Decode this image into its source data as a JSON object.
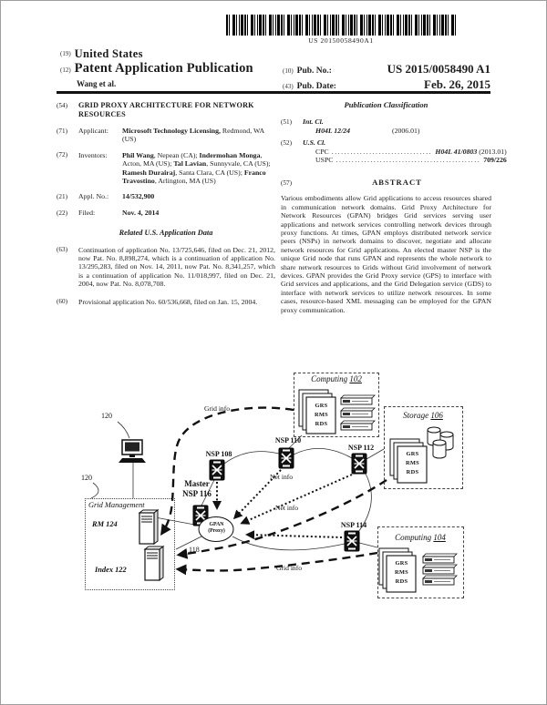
{
  "barcode": {
    "text": "US 20150058490A1"
  },
  "header": {
    "country_num": "(19)",
    "country": "United States",
    "kind_num": "(12)",
    "kind": "Patent Application Publication",
    "authors": "Wang et al.",
    "pub_no_num": "(10)",
    "pub_no_label": "Pub. No.:",
    "pub_no": "US 2015/0058490 A1",
    "pub_date_num": "(43)",
    "pub_date_label": "Pub. Date:",
    "pub_date": "Feb. 26, 2015"
  },
  "left": {
    "title_num": "(54)",
    "title": "GRID PROXY ARCHITECTURE FOR NETWORK RESOURCES",
    "applicant_num": "(71)",
    "applicant_label": "Applicant:",
    "applicant_name": "Microsoft Technology Licensing,",
    "applicant_addr": " Redmond, WA (US)",
    "inventors_num": "(72)",
    "inventors_label": "Inventors:",
    "inventors": [
      {
        "name": "Phil Wang",
        "rest": ", Nepean (CA); "
      },
      {
        "name": "Indermohan Monga",
        "rest": ", Acton, MA (US); "
      },
      {
        "name": "Tal Lavian",
        "rest": ", Sunnyvale, CA (US); "
      },
      {
        "name": "Ramesh Durairaj",
        "rest": ", Santa Clara, CA (US); "
      },
      {
        "name": "Franco Travostino",
        "rest": ", Arlington, MA (US)"
      }
    ],
    "appl_num": "(21)",
    "appl_label": "Appl. No.:",
    "appl_no": "14/532,900",
    "filed_num": "(22)",
    "filed_label": "Filed:",
    "filed_date": "Nov. 4, 2014",
    "related_heading": "Related U.S. Application Data",
    "continuation_num": "(63)",
    "continuation": "Continuation of application No. 13/725,646, filed on Dec. 21, 2012, now Pat. No. 8,898,274, which is a continuation of application No. 13/295,283, filed on Nov. 14, 2011, now Pat. No. 8,341,257, which is a continuation of application No. 11/018,997, filed on Dec. 21, 2004, now Pat. No. 8,078,708.",
    "provisional_num": "(60)",
    "provisional": "Provisional application No. 60/536,668, filed on Jan. 15, 2004."
  },
  "right": {
    "pub_class_heading": "Publication Classification",
    "intcl_num": "(51)",
    "intcl_label": "Int. Cl.",
    "intcl_code": "H04L 12/24",
    "intcl_year": "(2006.01)",
    "uscl_num": "(52)",
    "uscl_label": "U.S. Cl.",
    "cpc_label": "CPC",
    "cpc_dots": "....................................",
    "cpc_value": "H04L 41/0803",
    "cpc_year": " (2013.01)",
    "uspc_label": "USPC",
    "uspc_dots": "..............................................",
    "uspc_value": "709/226",
    "abstract_num": "(57)",
    "abstract_heading": "ABSTRACT",
    "abstract_text": "Various embodiments allow Grid applications to access resources shared in communication network domains. Grid Proxy Architecture for Network Resources (GPAN) bridges Grid services serving user applications and network services controlling network devices through proxy functions. At times, GPAN employs distributed network service peers (NSPs) in network domains to discover, negotiate and allocate network resources for Grid applications. An elected master NSP is the unique Grid node that runs GPAN and represents the whole network to share network resources to Grids without Grid involvement of network devices. GPAN provides the Grid Proxy service (GPS) to interface with Grid services and applications, and the Grid Delegation service (GDS) to interface with network services to utilize network resources. In some cases, resource-based XML messaging can be employed for the GPAN proxy communication."
  },
  "diagram": {
    "computing102": {
      "label": "Computing ",
      "num": "102"
    },
    "storage106": {
      "label": "Storage ",
      "num": "106"
    },
    "computing104": {
      "label": "Computing ",
      "num": "104"
    },
    "services": [
      "GRS",
      "RMS",
      "RDS"
    ],
    "nsp108": "NSP 108",
    "nsp110": "NSP 110",
    "nsp112": "NSP 112",
    "nsp114": "NSP 114",
    "master": {
      "line1": "Master",
      "line2": "NSP 116"
    },
    "gpan": {
      "line1": "GPAN",
      "line2": "(Proxy)",
      "num": "118"
    },
    "grid_management": {
      "label": "Grid Management",
      "rm": "RM 124",
      "index": "Index 122"
    },
    "ref120_top": "120",
    "ref120_left": "120",
    "grid_info_top": "Grid info",
    "grid_info_bottom": "Grid info",
    "net_info_a": "Net info",
    "net_info_b": "Net info"
  }
}
